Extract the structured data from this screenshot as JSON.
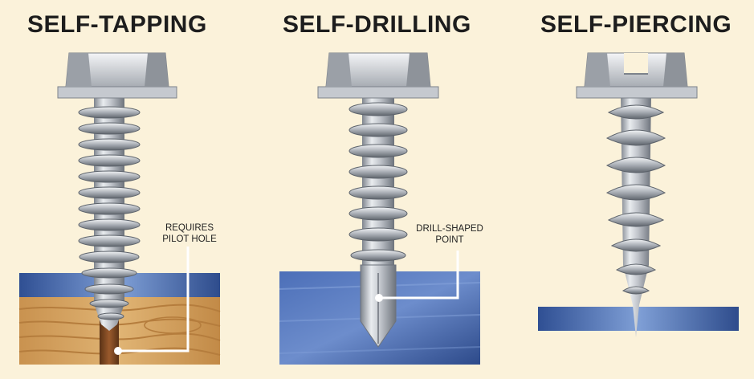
{
  "titles": {
    "self_tapping": "SELF-TAPPING",
    "self_drilling": "SELF-DRILLING",
    "self_piercing": "SELF-PIERCING"
  },
  "callouts": {
    "self_tapping_line1": "REQUIRES",
    "self_tapping_line2": "PILOT HOLE",
    "self_drilling_line1": "DRILL-SHAPED",
    "self_drilling_line2": "POINT"
  },
  "colors": {
    "background": "#fbf2da",
    "screw_metal": "#b7bcc4",
    "wood": "#d3a25f",
    "steel_blue": "#3b5ea8",
    "callout_line": "#ffffff"
  }
}
